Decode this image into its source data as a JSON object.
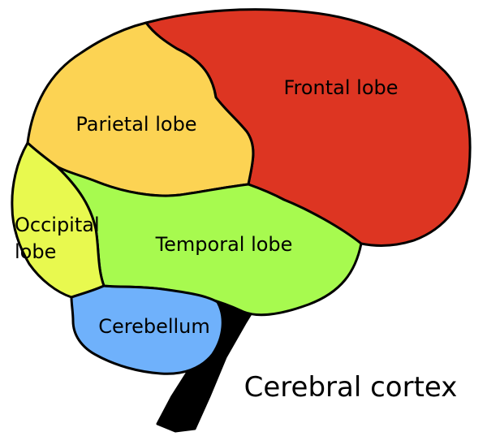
{
  "title": "Cerebral cortex",
  "regions": {
    "frontal": {
      "label": "Frontal lobe",
      "color": "#DD3522"
    },
    "parietal": {
      "label": "Parietal lobe",
      "color": "#FCD353"
    },
    "occipital": {
      "label_line1": "Occipital",
      "label_line2": "lobe",
      "color": "#E8F94F"
    },
    "temporal": {
      "label": "Temporal lobe",
      "color": "#A7FA4F"
    },
    "cerebellum": {
      "label": "Cerebellum",
      "color": "#6FB1FB"
    },
    "brainstem": {
      "color": "#000000"
    }
  }
}
